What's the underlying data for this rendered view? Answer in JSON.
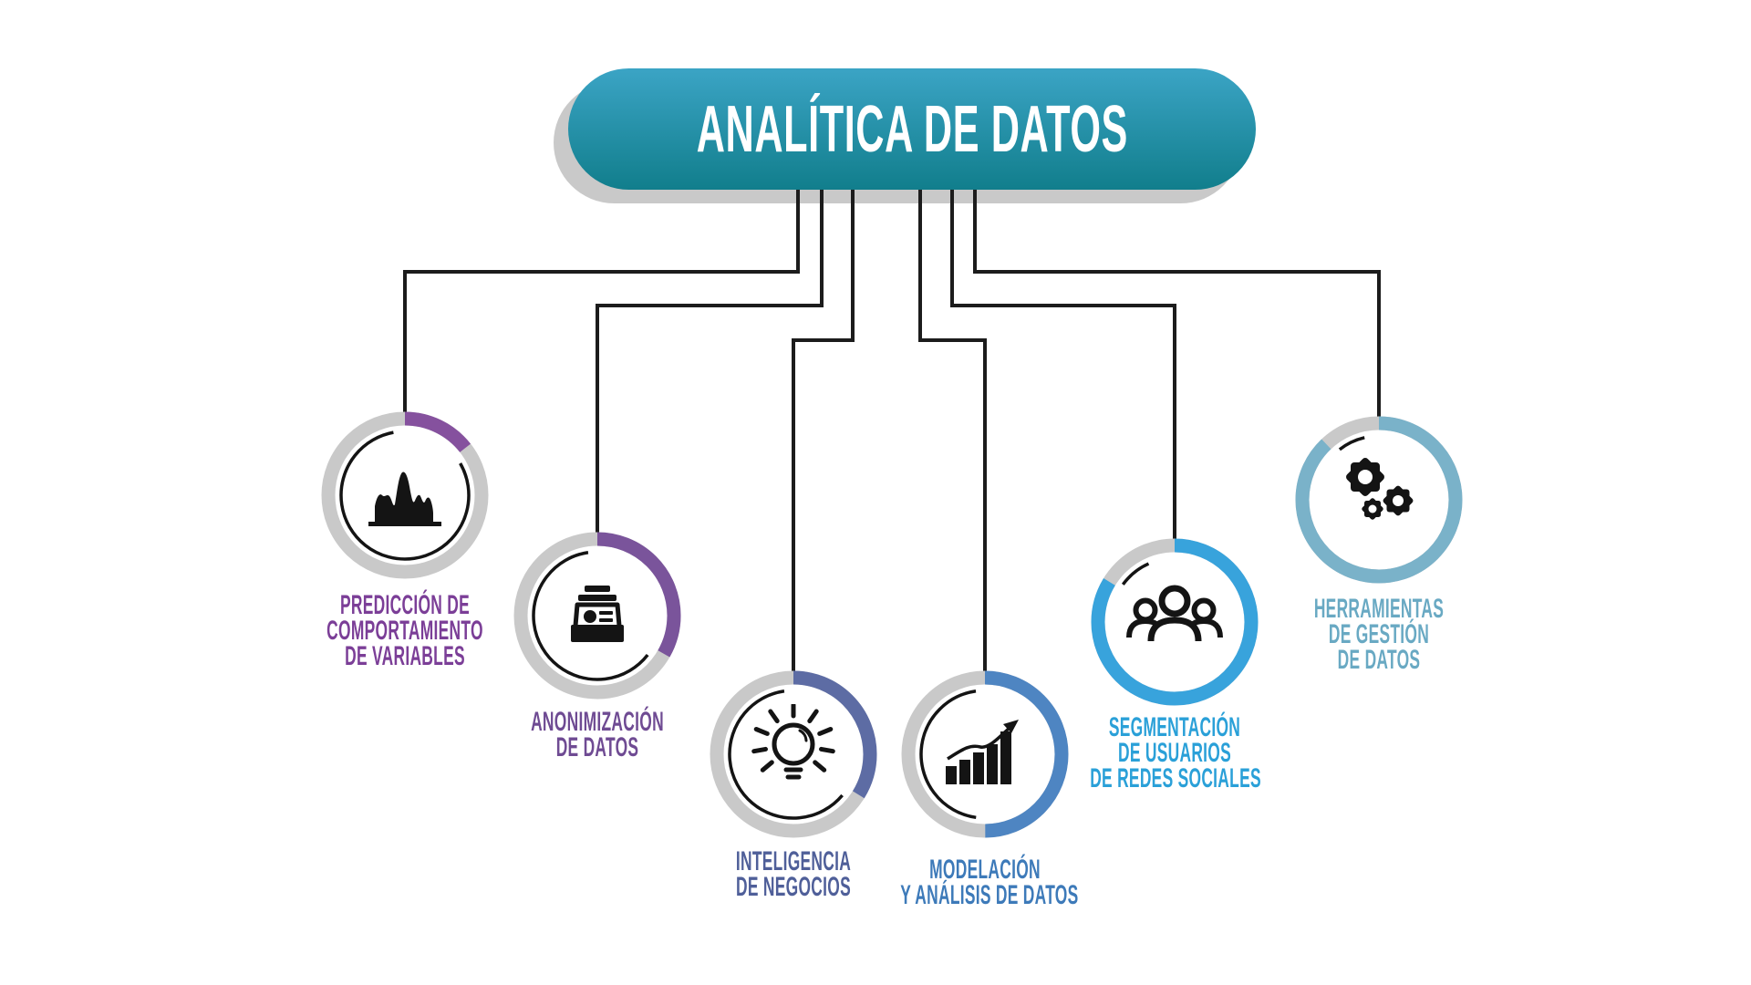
{
  "title": {
    "label": "ANALÍTICA DE DATOS"
  },
  "colors": {
    "background": "#ffffff",
    "banner_top": "#3ba4c5",
    "banner_bottom": "#117e8c",
    "title_text": "#ffffff",
    "shadow": "#c9c9c9",
    "line": "#1c1c1c",
    "ring_base": "#c9c9c9",
    "arc_black": "#141414",
    "icon": "#141414"
  },
  "nodes": [
    {
      "id": "prediccion",
      "label_lines": [
        "PREDICCIÓN DE",
        "COMPORTAMIENTO",
        "DE VARIABLES"
      ],
      "ring_color": "#85519e",
      "label_color": "#7b3e97",
      "icon": "area-chart-icon",
      "arc_deg": 52
    },
    {
      "id": "anonimizacion",
      "label_lines": [
        "ANONIMIZACIÓN",
        "DE DATOS"
      ],
      "ring_color": "#7a549b",
      "label_color": "#6f4b93",
      "icon": "archive-box-icon",
      "arc_deg": 120
    },
    {
      "id": "inteligencia",
      "label_lines": [
        "INTELIGENCIA",
        "DE NEGOCIOS"
      ],
      "ring_color": "#5d6ca4",
      "label_color": "#4f5f99",
      "icon": "lightbulb-icon",
      "arc_deg": 122
    },
    {
      "id": "modelacion",
      "label_lines": [
        "MODELACIÓN",
        "Y ANÁLISIS DE DATOS"
      ],
      "ring_color": "#4e85c2",
      "label_color": "#3d7ab9",
      "icon": "bar-chart-icon",
      "arc_deg": 180
    },
    {
      "id": "segmentacion",
      "label_lines": [
        "SEGMENTACIÓN",
        "DE USUARIOS",
        "DE REDES SOCIALES"
      ],
      "ring_color": "#38a3dc",
      "label_color": "#2aa0d8",
      "icon": "users-icon",
      "arc_deg": 302
    },
    {
      "id": "herramientas",
      "label_lines": [
        "HERRAMIENTAS",
        "DE GESTIÓN",
        "DE DATOS"
      ],
      "ring_color": "#7ab2c9",
      "label_color": "#69a9c3",
      "icon": "gears-icon",
      "arc_deg": 317
    }
  ]
}
